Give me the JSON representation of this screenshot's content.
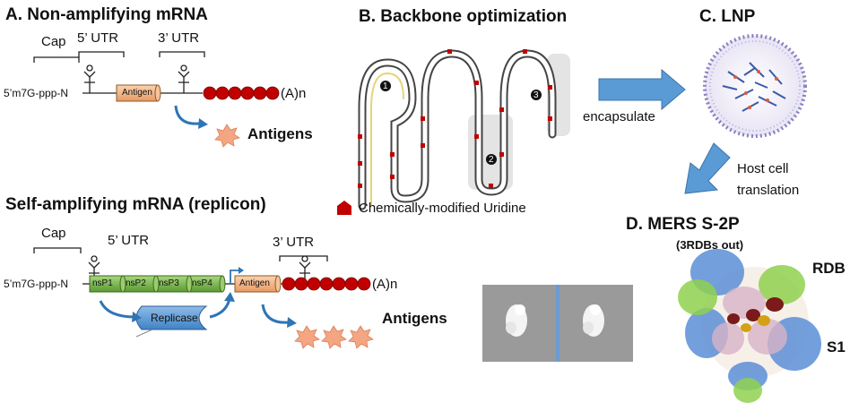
{
  "panel_a": {
    "title": "A. Non-amplifying mRNA",
    "cap": "Cap",
    "utr5": "5’ UTR",
    "utr3": "3’ UTR",
    "five_prime": "5’m7G-ppp-N",
    "antigen": "Antigen",
    "polya": "(A)n",
    "antigens": "Antigens"
  },
  "panel_sa": {
    "title": "Self-amplifying mRNA (replicon)",
    "cap": "Cap",
    "utr5": "5’ UTR",
    "utr3": "3’ UTR",
    "five_prime": "5’m7G-ppp-N",
    "nsp": [
      "nsP1",
      "nsP2",
      "nsP3",
      "nsP4"
    ],
    "antigen": "Antigen",
    "polya": "(A)n",
    "replicase": "Replicase",
    "antigens": "Antigens"
  },
  "panel_b": {
    "title": "B. Backbone optimization",
    "legend": "Chemically-modified Uridine",
    "markers": [
      "1",
      "2",
      "3"
    ]
  },
  "panel_c": {
    "title": "C. LNP",
    "arrow_label": "encapsulate",
    "down_label_1": "Host cell",
    "down_label_2": "translation"
  },
  "panel_d": {
    "title": "D. MERS S-2P",
    "subtitle": "(3RDBs out)",
    "rdb": "RDB",
    "s1": "S1"
  },
  "colors": {
    "antigen_box": "#f4b183",
    "nsp_box": "#70ad47",
    "replicase": "#5b9bd5",
    "polya_bead": "#c00000",
    "star": "#f4a582",
    "arrow": "#5b9bd5"
  }
}
